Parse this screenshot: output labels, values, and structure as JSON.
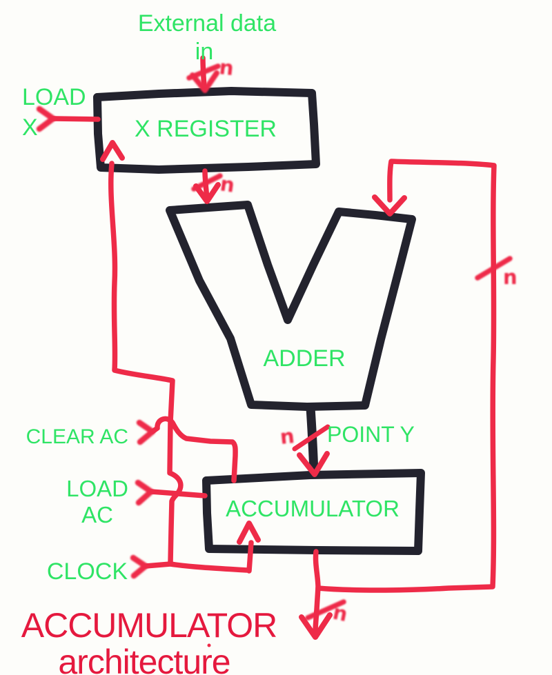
{
  "colors": {
    "paper": "#fdfdfa",
    "ink": "#23232e",
    "marker_red": "#ee2b48",
    "label_green": "#2fe465",
    "title_red": "#e5193e"
  },
  "diagram": {
    "labels": {
      "external_in_line1": "External data",
      "external_in_line2": "in",
      "load_x_line1": "LOAD",
      "load_x_line2": "X",
      "x_register": "X REGISTER",
      "adder": "ADDER",
      "point_y": "POINT Y",
      "accumulator": "ACCUMULATOR",
      "clear_ac": "CLEAR AC",
      "load_ac_line1": "LOAD",
      "load_ac_line2": "AC",
      "clock": "CLOCK"
    },
    "bus_widths": {
      "external_in": "n",
      "x_to_adder": "n",
      "feedback": "n",
      "adder_to_acc": "n",
      "output": "n"
    }
  },
  "title": {
    "line1": "ACCUMULATOR",
    "line2": "architecture"
  }
}
